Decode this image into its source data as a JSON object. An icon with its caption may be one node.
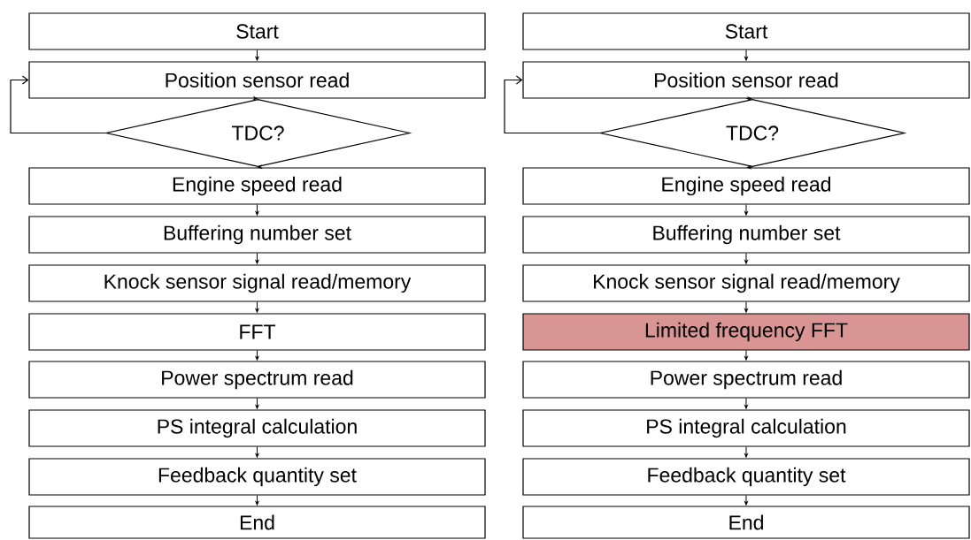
{
  "diagram": {
    "nodes": [
      {
        "text": [
          "Start"
        ]
      },
      {
        "text": [
          "Position sensor read"
        ]
      },
      {
        "text": [
          "TDC?"
        ]
      },
      {
        "text": [
          "Engine speed read"
        ]
      },
      {
        "text": [
          "Buffering number set"
        ]
      },
      {
        "text": [
          "Knock sensor signal read/memory"
        ]
      },
      {
        "text": [
          "FFT"
        ]
      },
      {
        "text": [
          "Power spectrum read"
        ]
      },
      {
        "text": [
          "PS integral calculation"
        ]
      },
      {
        "text": [
          "Feedback quantity set"
        ]
      },
      {
        "text": [
          "End"
        ]
      },
      {
        "text": [
          "Start"
        ]
      },
      {
        "text": [
          "Position sensor read"
        ]
      },
      {
        "text": [
          "TDC?"
        ]
      },
      {
        "text": [
          "Engine speed read"
        ]
      },
      {
        "text": [
          "Buffering number set"
        ]
      },
      {
        "text": [
          "Knock sensor signal read/memory"
        ]
      },
      {
        "text": [
          "Limited frequency FFT"
        ]
      },
      {
        "text": [
          "Power spectrum read"
        ]
      },
      {
        "text": [
          "PS integral calculation"
        ]
      },
      {
        "text": [
          "Feedback quantity set"
        ]
      },
      {
        "text": [
          "End"
        ]
      }
    ],
    "edges": [
      {
        "from": 0,
        "to": 1,
        "arrow": "to"
      },
      {
        "from": 1,
        "to": 2,
        "arrow": "to"
      },
      {
        "from": 2,
        "to": 1,
        "arrow": "to"
      },
      {
        "from": 2,
        "to": 3,
        "arrow": "to"
      },
      {
        "from": 3,
        "to": 4,
        "arrow": "to"
      },
      {
        "from": 4,
        "to": 5,
        "arrow": "to"
      },
      {
        "from": 5,
        "to": 6,
        "arrow": "to"
      },
      {
        "from": 6,
        "to": 7,
        "arrow": "to"
      },
      {
        "from": 7,
        "to": 8,
        "arrow": "to"
      },
      {
        "from": 8,
        "to": 9,
        "arrow": "to"
      },
      {
        "from": 9,
        "to": 10,
        "arrow": "to"
      },
      {
        "from": 11,
        "to": 12,
        "arrow": "to"
      },
      {
        "from": 12,
        "to": 13,
        "arrow": "to"
      },
      {
        "from": 13,
        "to": 12,
        "arrow": "to"
      },
      {
        "from": 13,
        "to": 14,
        "arrow": "to"
      },
      {
        "from": 14,
        "to": 15,
        "arrow": "to"
      },
      {
        "from": 15,
        "to": 16,
        "arrow": "to"
      },
      {
        "from": 16,
        "to": 17,
        "arrow": "to"
      },
      {
        "from": 17,
        "to": 18,
        "arrow": "to"
      },
      {
        "from": 18,
        "to": 19,
        "arrow": "to"
      },
      {
        "from": 19,
        "to": 20,
        "arrow": "to"
      },
      {
        "from": 20,
        "to": 21,
        "arrow": "to"
      }
    ]
  }
}
